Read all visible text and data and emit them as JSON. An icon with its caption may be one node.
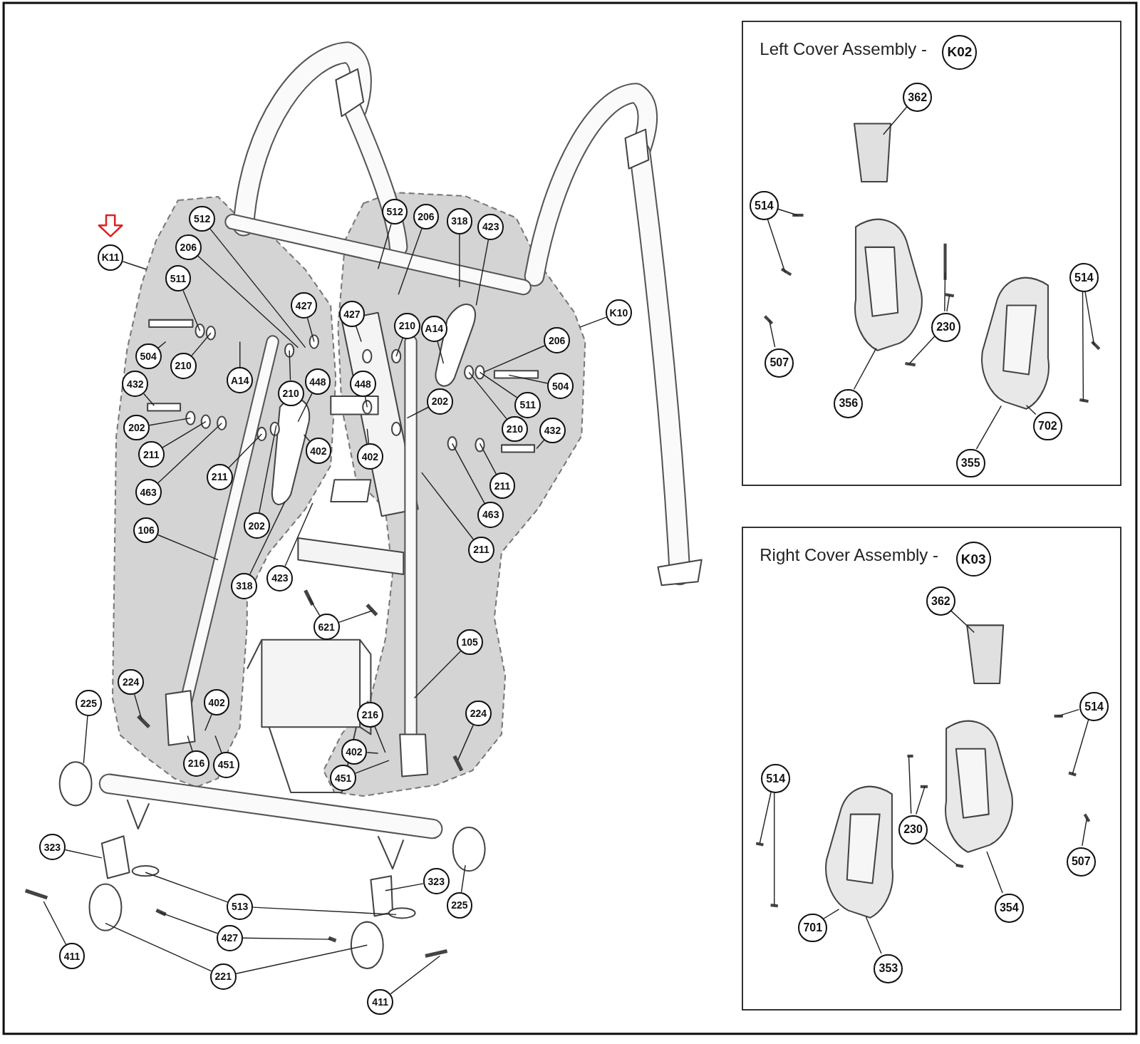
{
  "diagram": {
    "nodes": [
      {
        "text": [
          "K11"
        ]
      },
      {
        "text": [],
        "shape": "blob"
      },
      {
        "text": [
          "512"
        ],
        "in": 1
      },
      {
        "text": [
          "206"
        ],
        "in": 1
      },
      {
        "text": [
          "511"
        ],
        "in": 1
      },
      {
        "text": [
          "427"
        ],
        "in": 1
      },
      {
        "text": [
          "504"
        ],
        "in": 1
      },
      {
        "text": [
          "210"
        ],
        "in": 1
      },
      {
        "text": [
          "A14"
        ],
        "in": 1
      },
      {
        "text": [
          "432"
        ],
        "in": 1
      },
      {
        "text": [
          "210"
        ],
        "in": 1
      },
      {
        "text": [
          "448"
        ],
        "in": 1
      },
      {
        "text": [
          "202"
        ],
        "in": 1
      },
      {
        "text": [
          "211"
        ],
        "in": 1
      },
      {
        "text": [
          "402"
        ],
        "in": 1
      },
      {
        "text": [
          "463"
        ],
        "in": 1
      },
      {
        "text": [
          "211"
        ],
        "in": 1
      },
      {
        "text": [
          "106"
        ],
        "in": 1
      },
      {
        "text": [
          "202"
        ],
        "in": 1
      },
      {
        "text": [
          "423"
        ],
        "in": 1
      },
      {
        "text": [
          "318"
        ],
        "in": 1
      },
      {
        "text": [
          "621"
        ],
        "in": 1
      },
      {
        "text": [
          "224"
        ],
        "in": 1
      },
      {
        "text": [
          "402"
        ],
        "in": 1
      },
      {
        "text": [
          "216"
        ],
        "in": 1
      },
      {
        "text": [
          "451"
        ],
        "in": 1
      },
      {
        "text": [],
        "shape": "blob"
      },
      {
        "text": [
          "512"
        ],
        "in": 26
      },
      {
        "text": [
          "206"
        ],
        "in": 26
      },
      {
        "text": [
          "318"
        ],
        "in": 26
      },
      {
        "text": [
          "423"
        ],
        "in": 26
      },
      {
        "text": [
          "427"
        ],
        "in": 26
      },
      {
        "text": [
          "210"
        ],
        "in": 26
      },
      {
        "text": [
          "A14"
        ],
        "in": 26
      },
      {
        "text": [
          "206"
        ],
        "in": 26
      },
      {
        "text": [
          "448"
        ],
        "in": 26
      },
      {
        "text": [
          "504"
        ],
        "in": 26
      },
      {
        "text": [
          "202"
        ],
        "in": 26
      },
      {
        "text": [
          "511"
        ],
        "in": 26
      },
      {
        "text": [
          "210"
        ],
        "in": 26
      },
      {
        "text": [
          "432"
        ],
        "in": 26
      },
      {
        "text": [
          "402"
        ],
        "in": 26
      },
      {
        "text": [
          "211"
        ],
        "in": 26
      },
      {
        "text": [
          "463"
        ],
        "in": 26
      },
      {
        "text": [
          "211"
        ],
        "in": 26
      },
      {
        "text": [
          "105"
        ],
        "in": 26
      },
      {
        "text": [
          "216"
        ],
        "in": 26
      },
      {
        "text": [
          "224"
        ],
        "in": 26
      },
      {
        "text": [
          "402"
        ],
        "in": 26
      },
      {
        "text": [
          "451"
        ],
        "in": 26
      },
      {
        "text": [
          "K10"
        ]
      },
      {
        "text": [
          "225"
        ]
      },
      {
        "text": [
          "323"
        ]
      },
      {
        "text": [
          "513"
        ]
      },
      {
        "text": [
          "323"
        ]
      },
      {
        "text": [
          "225"
        ]
      },
      {
        "text": [
          "411"
        ]
      },
      {
        "text": [
          "427"
        ]
      },
      {
        "text": [
          "221"
        ]
      },
      {
        "text": [
          "411"
        ]
      },
      {
        "text": [
          "Left Cover Assembly -"
        ]
      },
      {
        "text": [
          "K02"
        ],
        "in": 60
      },
      {
        "text": [
          "362"
        ],
        "in": 60
      },
      {
        "text": [
          "514"
        ],
        "in": 60
      },
      {
        "text": [
          "514"
        ],
        "in": 60
      },
      {
        "text": [
          "230"
        ],
        "in": 60
      },
      {
        "text": [
          "507"
        ],
        "in": 60
      },
      {
        "text": [
          "356"
        ],
        "in": 60
      },
      {
        "text": [
          "702"
        ],
        "in": 60
      },
      {
        "text": [
          "355"
        ],
        "in": 60
      },
      {
        "text": [
          "Right Cover Assembly -"
        ]
      },
      {
        "text": [
          "K03"
        ],
        "in": 70
      },
      {
        "text": [
          "362"
        ],
        "in": 70
      },
      {
        "text": [
          "514"
        ],
        "in": 70
      },
      {
        "text": [
          "514"
        ],
        "in": 70
      },
      {
        "text": [
          "230"
        ],
        "in": 70
      },
      {
        "text": [
          "507"
        ],
        "in": 70
      },
      {
        "text": [
          "354"
        ],
        "in": 70
      },
      {
        "text": [
          "701"
        ],
        "in": 70
      },
      {
        "text": [
          "353"
        ],
        "in": 70
      },
      {
        "text": [],
        "shape": "picture",
        "in": 60
      },
      {
        "text": [],
        "shape": "picture",
        "in": 60
      },
      {
        "text": [],
        "shape": "picture",
        "in": 70
      },
      {
        "text": [],
        "shape": "picture",
        "in": 70
      }
    ],
    "edges": [
      {
        "from": 0,
        "to": 1,
        "arrow": "none"
      },
      {
        "from": 2,
        "to": null,
        "arrow": "none"
      },
      {
        "from": 3,
        "to": null,
        "arrow": "none"
      },
      {
        "from": 4,
        "to": null,
        "arrow": "none"
      },
      {
        "from": 5,
        "to": null,
        "arrow": "none"
      },
      {
        "from": 6,
        "to": null,
        "arrow": "none"
      },
      {
        "from": 7,
        "to": null,
        "arrow": "none"
      },
      {
        "from": 8,
        "to": null,
        "arrow": "none"
      },
      {
        "from": 9,
        "to": null,
        "arrow": "none"
      },
      {
        "from": 10,
        "to": null,
        "arrow": "none"
      },
      {
        "from": 11,
        "to": null,
        "arrow": "none"
      },
      {
        "from": 12,
        "to": null,
        "arrow": "none"
      },
      {
        "from": 13,
        "to": null,
        "arrow": "none"
      },
      {
        "from": 14,
        "to": null,
        "arrow": "none"
      },
      {
        "from": 15,
        "to": null,
        "arrow": "none"
      },
      {
        "from": 16,
        "to": null,
        "arrow": "none"
      },
      {
        "from": 17,
        "to": null,
        "arrow": "none"
      },
      {
        "from": 18,
        "to": null,
        "arrow": "none"
      },
      {
        "from": 19,
        "to": null,
        "arrow": "none"
      },
      {
        "from": 20,
        "to": null,
        "arrow": "none"
      },
      {
        "from": 21,
        "to": null,
        "arrow": "none"
      },
      {
        "from": 21,
        "to": null,
        "arrow": "none"
      },
      {
        "from": 22,
        "to": null,
        "arrow": "none"
      },
      {
        "from": 23,
        "to": null,
        "arrow": "none"
      },
      {
        "from": 24,
        "to": null,
        "arrow": "none"
      },
      {
        "from": 25,
        "to": null,
        "arrow": "none"
      },
      {
        "from": 27,
        "to": null,
        "arrow": "none"
      },
      {
        "from": 28,
        "to": null,
        "arrow": "none"
      },
      {
        "from": 29,
        "to": null,
        "arrow": "none"
      },
      {
        "from": 30,
        "to": null,
        "arrow": "none"
      },
      {
        "from": 31,
        "to": null,
        "arrow": "none"
      },
      {
        "from": 32,
        "to": null,
        "arrow": "none"
      },
      {
        "from": 33,
        "to": null,
        "arrow": "none"
      },
      {
        "from": 34,
        "to": null,
        "arrow": "none"
      },
      {
        "from": 35,
        "to": null,
        "arrow": "none"
      },
      {
        "from": 36,
        "to": null,
        "arrow": "none"
      },
      {
        "from": 37,
        "to": null,
        "arrow": "none"
      },
      {
        "from": 38,
        "to": null,
        "arrow": "none"
      },
      {
        "from": 39,
        "to": null,
        "arrow": "none"
      },
      {
        "from": 40,
        "to": null,
        "arrow": "none"
      },
      {
        "from": 41,
        "to": null,
        "arrow": "none"
      },
      {
        "from": 42,
        "to": null,
        "arrow": "none"
      },
      {
        "from": 43,
        "to": null,
        "arrow": "none"
      },
      {
        "from": 44,
        "to": null,
        "arrow": "none"
      },
      {
        "from": 45,
        "to": null,
        "arrow": "none"
      },
      {
        "from": 46,
        "to": null,
        "arrow": "none"
      },
      {
        "from": 47,
        "to": null,
        "arrow": "none"
      },
      {
        "from": 48,
        "to": null,
        "arrow": "none"
      },
      {
        "from": 49,
        "to": null,
        "arrow": "none"
      },
      {
        "from": 50,
        "to": 26,
        "arrow": "none"
      },
      {
        "from": 51,
        "to": null,
        "arrow": "none"
      },
      {
        "from": 52,
        "to": null,
        "arrow": "none"
      },
      {
        "from": 53,
        "to": null,
        "arrow": "none"
      },
      {
        "from": 53,
        "to": null,
        "arrow": "none"
      },
      {
        "from": 54,
        "to": null,
        "arrow": "none"
      },
      {
        "from": 55,
        "to": null,
        "arrow": "none"
      },
      {
        "from": 56,
        "to": null,
        "arrow": "none"
      },
      {
        "from": 57,
        "to": null,
        "arrow": "none"
      },
      {
        "from": 57,
        "to": null,
        "arrow": "none"
      },
      {
        "from": 58,
        "to": null,
        "arrow": "none"
      },
      {
        "from": 58,
        "to": null,
        "arrow": "none"
      },
      {
        "from": 59,
        "to": null,
        "arrow": "none"
      },
      {
        "from": 62,
        "to": null,
        "arrow": "none"
      },
      {
        "from": 63,
        "to": null,
        "arrow": "none"
      },
      {
        "from": 63,
        "to": null,
        "arrow": "none"
      },
      {
        "from": 64,
        "to": null,
        "arrow": "none"
      },
      {
        "from": 64,
        "to": null,
        "arrow": "none"
      },
      {
        "from": 65,
        "to": null,
        "arrow": "none"
      },
      {
        "from": 65,
        "to": null,
        "arrow": "none"
      },
      {
        "from": 65,
        "to": null,
        "arrow": "none"
      },
      {
        "from": 66,
        "to": null,
        "arrow": "none"
      },
      {
        "from": 67,
        "to": 80,
        "arrow": "none"
      },
      {
        "from": 68,
        "to": 81,
        "arrow": "none"
      },
      {
        "from": 69,
        "to": 81,
        "arrow": "none"
      },
      {
        "from": 72,
        "to": null,
        "arrow": "none"
      },
      {
        "from": 73,
        "to": null,
        "arrow": "none"
      },
      {
        "from": 73,
        "to": null,
        "arrow": "none"
      },
      {
        "from": 74,
        "to": null,
        "arrow": "none"
      },
      {
        "from": 74,
        "to": null,
        "arrow": "none"
      },
      {
        "from": 75,
        "to": null,
        "arrow": "none"
      },
      {
        "from": 75,
        "to": null,
        "arrow": "none"
      },
      {
        "from": 75,
        "to": null,
        "arrow": "none"
      },
      {
        "from": 76,
        "to": null,
        "arrow": "none"
      },
      {
        "from": 77,
        "to": 83,
        "arrow": "none"
      },
      {
        "from": 78,
        "to": 82,
        "arrow": "none"
      },
      {
        "from": 79,
        "to": 82,
        "arrow": "none"
      }
    ]
  }
}
